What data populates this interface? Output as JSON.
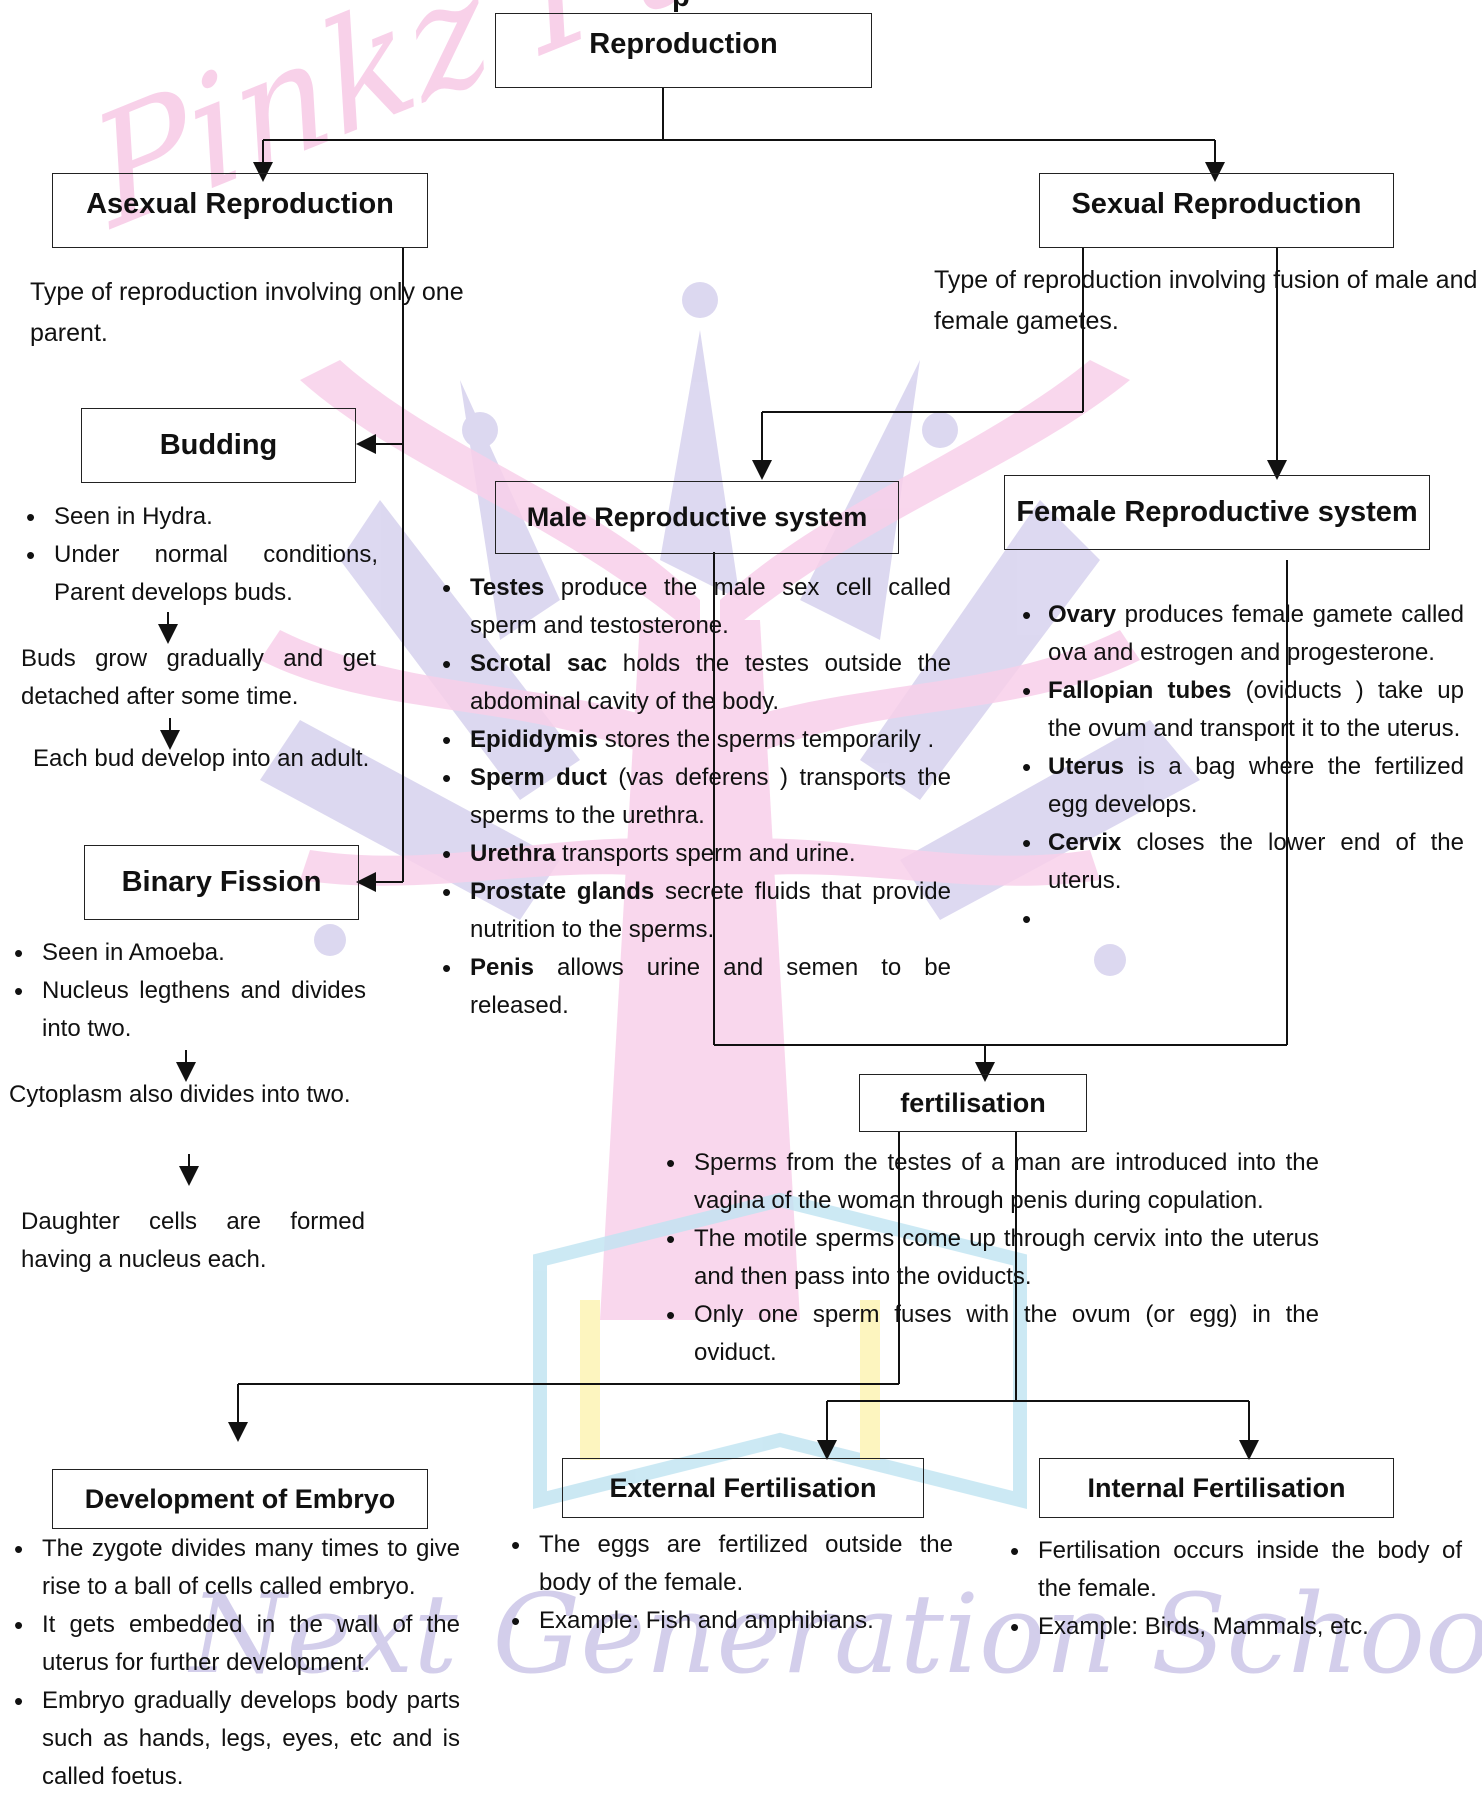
{
  "watermark": {
    "top_text": "Pinkz Public School",
    "bottom_text": "Next Generation School",
    "tree_color": "#f6bfe3",
    "figure_color": "#c9c3e6",
    "book_color": "#b9e0ef"
  },
  "header_fragment": "p",
  "root": {
    "label": "Reproduction"
  },
  "asexual": {
    "label": "Asexual Reproduction",
    "desc": "Type of reproduction involving only one parent.",
    "budding": {
      "label": "Budding",
      "bullets": [
        "Seen in Hydra.",
        "Under normal conditions, Parent develops buds."
      ],
      "step2": "Buds grow gradually and get detached after some time.",
      "step3": "Each bud develop into an adult."
    },
    "binary": {
      "label": "Binary Fission",
      "bullets": [
        "Seen in Amoeba.",
        "Nucleus legthens and divides into two."
      ],
      "step2": "Cytoplasm also divides into two.",
      "step3": "Daughter cells are formed having a nucleus each."
    }
  },
  "sexual": {
    "label": "Sexual Reproduction",
    "desc": "Type of reproduction involving fusion of male and female gametes."
  },
  "male": {
    "label": "Male Reproductive system",
    "items": [
      {
        "term": "Testes",
        "text": " produce the male sex cell called sperm and testosterone."
      },
      {
        "term": "Scrotal sac",
        "text": " holds the testes outside the abdominal cavity of the body."
      },
      {
        "term": "Epididymis",
        "text": " stores the sperms temporarily ."
      },
      {
        "term": "Sperm duct",
        "text": " (vas deferens ) transports the sperms to the urethra."
      },
      {
        "term": "Urethra",
        "text": " transports sperm and urine."
      },
      {
        "term": "Prostate glands",
        "text": " secrete fluids that provide nutrition to the sperms."
      },
      {
        "term": "Penis",
        "text": " allows urine and semen to be released."
      }
    ]
  },
  "female": {
    "label": "Female Reproductive system",
    "items": [
      {
        "term": "Ovary",
        "text": " produces female gamete called ova and estrogen and progesterone."
      },
      {
        "term": "Fallopian tubes",
        "text": " (oviducts ) take up the ovum and transport it to the uterus."
      },
      {
        "term": "Uterus",
        "text": " is a bag where the fertilized egg develops."
      },
      {
        "term": "Cervix",
        "text": " closes the lower end of the uterus."
      },
      {
        "term": "",
        "text": ""
      }
    ]
  },
  "fertilisation": {
    "label": "fertilisation",
    "bullets": [
      "Sperms from the testes of a man are introduced into the vagina of the woman through penis during copulation.",
      "The motile sperms come up through cervix into the uterus and then pass into the oviducts.",
      "Only one sperm fuses with the ovum (or egg) in the oviduct."
    ]
  },
  "embryo": {
    "label": "Development of Embryo",
    "bullets": [
      "The zygote divides many times to give rise to a ball of cells called embryo.",
      "It gets embedded in the wall of the uterus for further development.",
      "Embryo gradually develops body parts such as hands, legs, eyes, etc and is called foetus."
    ]
  },
  "external": {
    "label": "External Fertilisation",
    "bullets": [
      "The eggs are fertilized outside the body of the female.",
      "Example: Fish and amphibians."
    ]
  },
  "internal": {
    "label": "Internal Fertilisation",
    "bullets": [
      "Fertilisation occurs inside the body of the female.",
      "Example: Birds, Mammals, etc."
    ]
  }
}
